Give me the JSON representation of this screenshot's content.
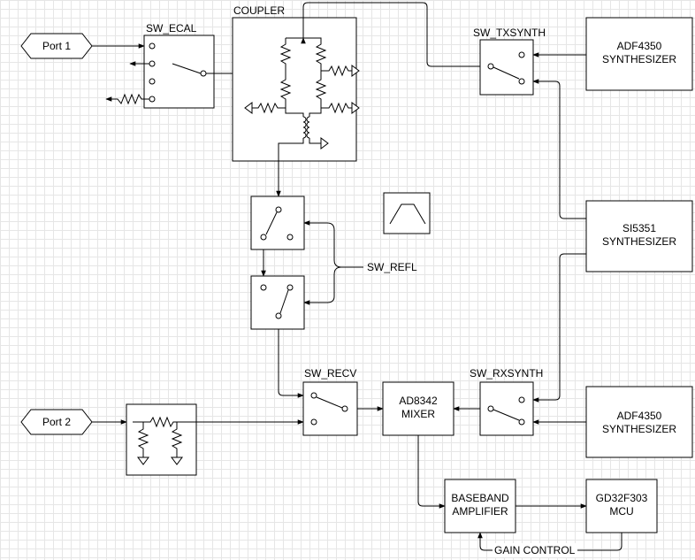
{
  "labels": {
    "port1": "Port 1",
    "port2": "Port 2",
    "sw_ecal": "SW_ECAL",
    "coupler": "COUPLER",
    "sw_txsynth": "SW_TXSYNTH",
    "adf_top_1": "ADF4350",
    "adf_top_2": "SYNTHESIZER",
    "si_1": "SI5351",
    "si_2": "SYNTHESIZER",
    "sw_refl": "SW_REFL",
    "sw_recv": "SW_RECV",
    "mixer_1": "AD8342",
    "mixer_2": "MIXER",
    "sw_rxsynth": "SW_RXSYNTH",
    "adf_bot_1": "ADF4350",
    "adf_bot_2": "SYNTHESIZER",
    "bb_1": "BASEBAND",
    "bb_2": "AMPLIFIER",
    "mcu_1": "GD32F303",
    "mcu_2": "MCU",
    "gain_control": "GAIN CONTROL"
  }
}
